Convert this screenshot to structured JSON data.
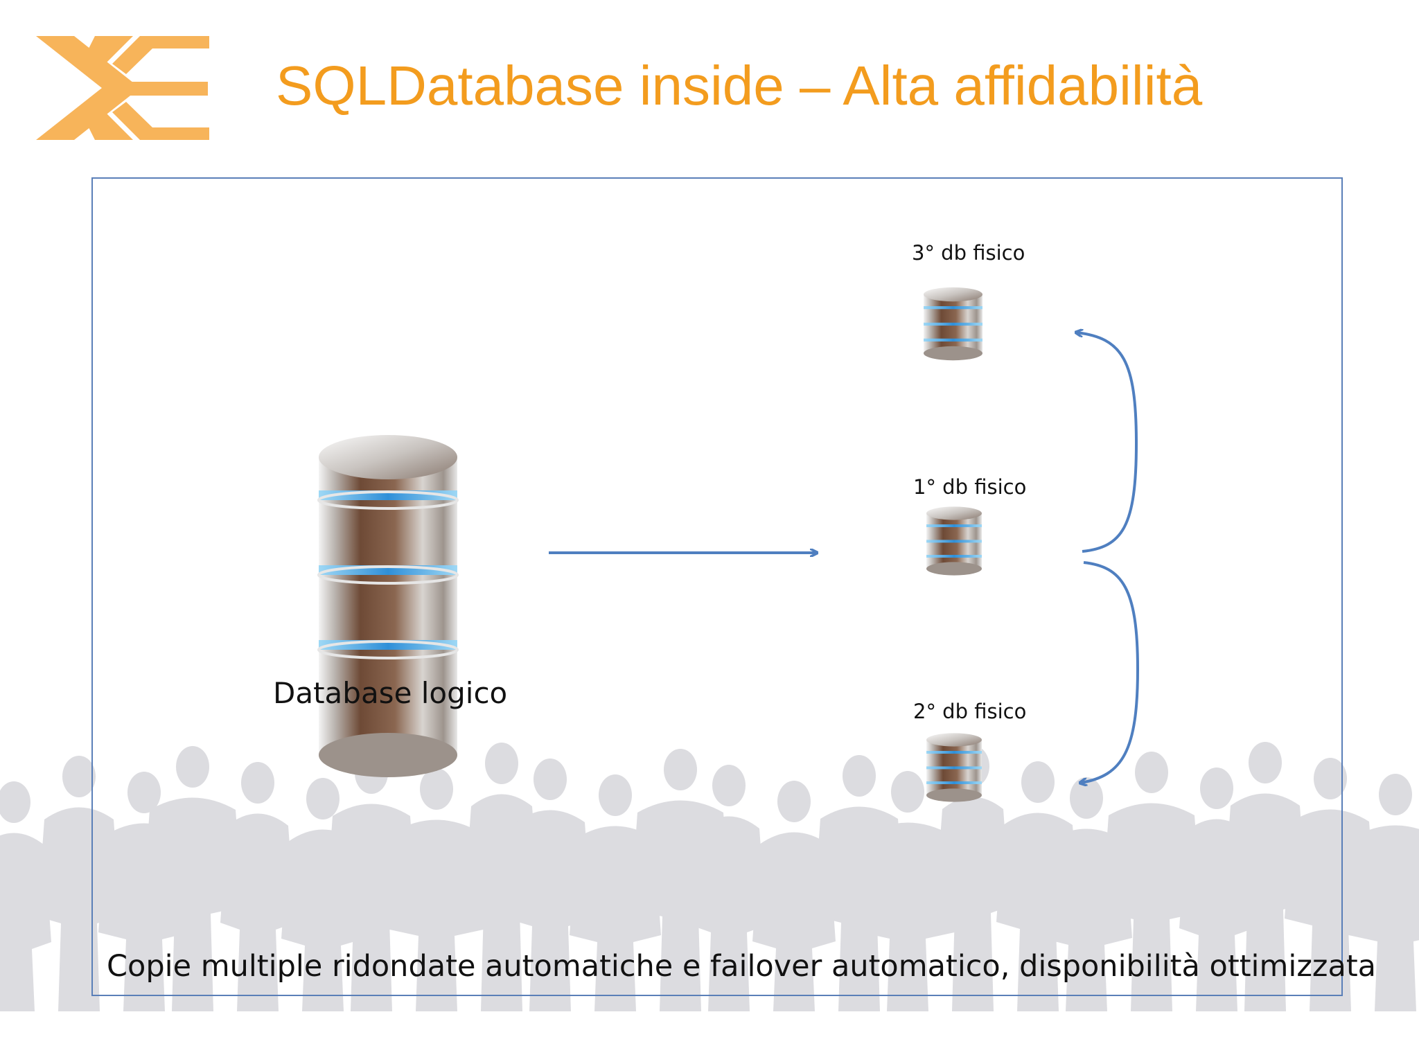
{
  "slide": {
    "title": "SQLDatabase inside – Alta affidabilità",
    "logo_icon": "xe-logo-icon"
  },
  "diagram": {
    "logical_db_label": "Database logico",
    "physical_dbs": [
      {
        "label": "3° db fisico"
      },
      {
        "label": "1° db fisico"
      },
      {
        "label": "2° db fisico"
      }
    ],
    "caption": "Copie multiple ridondate automatiche e failover automatico, disponibilità ottimizzata"
  },
  "colors": {
    "title": "#f39c1e",
    "logo": "#f7b45a",
    "arrow": "#4f7fc0",
    "frame": "#5a7fb8",
    "silhouettes": "#d9d9dc"
  },
  "icons": [
    "database-icon",
    "arrow-right-icon",
    "curved-arrow-icon",
    "people-silhouette-icon"
  ]
}
